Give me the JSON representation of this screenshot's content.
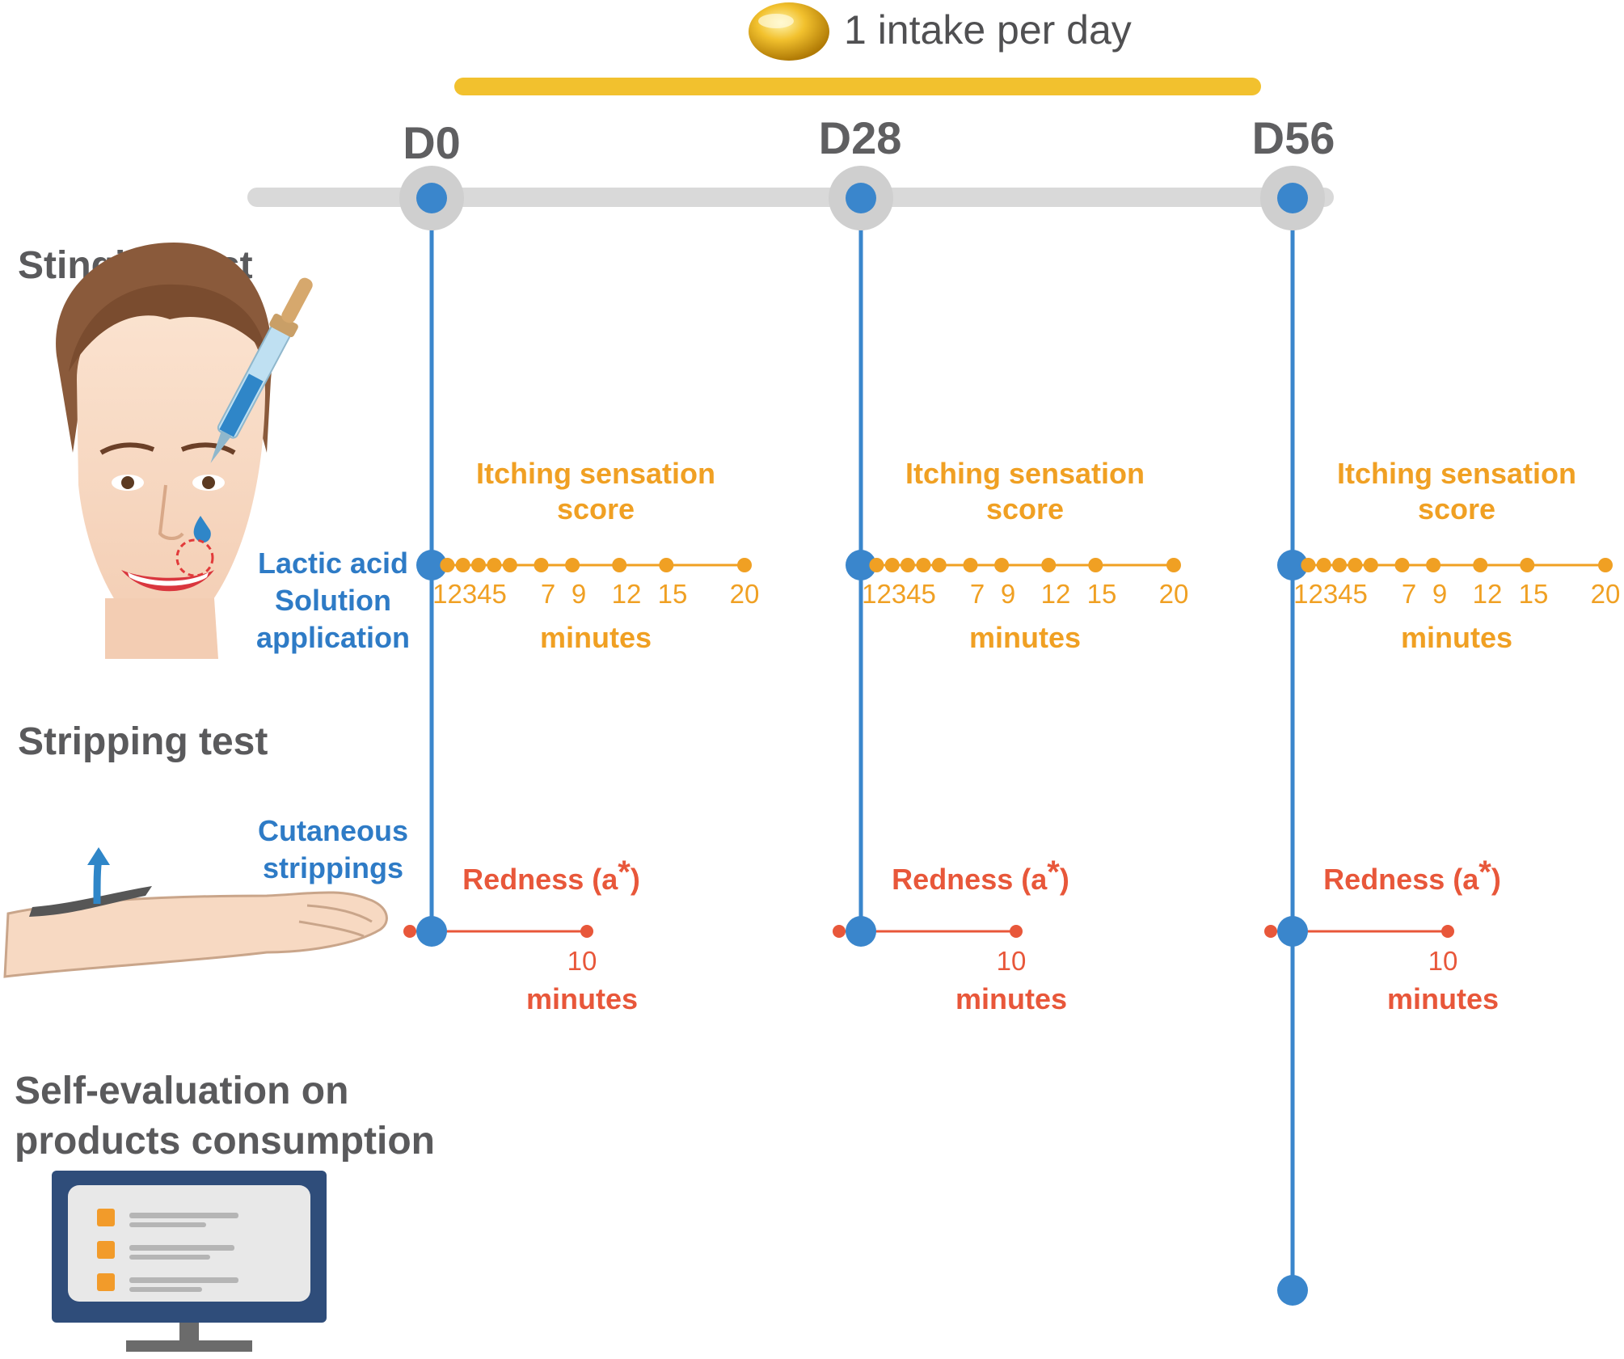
{
  "header": {
    "intake_label": "1 intake per day"
  },
  "timeline": {
    "days": [
      {
        "label": "D0"
      },
      {
        "label": "D28"
      },
      {
        "label": "D56"
      }
    ]
  },
  "sections": {
    "stinging_title": "Stinging test",
    "stripping_title": "Stripping test",
    "self_eval_title_line1": "Self-evaluation on",
    "self_eval_title_line2": "products consumption"
  },
  "stinging": {
    "application_line1": "Lactic acid",
    "application_line2": "Solution",
    "application_line3": "application",
    "score_line1": "Itching sensation",
    "score_line2": "score",
    "minutes_label": "minutes",
    "tick_group_label": "12345",
    "tick_labels": [
      "7",
      "9",
      "12",
      "15",
      "20"
    ],
    "timepoints_minutes": [
      1,
      2,
      3,
      4,
      5,
      7,
      9,
      12,
      15,
      20
    ]
  },
  "stripping": {
    "action_line1": "Cutaneous",
    "action_line2": "strippings",
    "measure_label": "Redness (a",
    "measure_asterisk": "*",
    "measure_close": ")",
    "tick_label": "10",
    "minutes_label": "minutes"
  },
  "colors": {
    "timeline_blue": "#3a86cc",
    "axis_grey": "#d9d9d9",
    "intake_gold": "#f2c12e",
    "itching_orange": "#f0a023",
    "redness_red": "#e8573a",
    "text_grey": "#5a5a5c"
  },
  "icons": {
    "capsule": "capsule-icon",
    "face": "face-dropper-icon",
    "arm": "arm-stripping-icon",
    "monitor": "monitor-questionnaire-icon"
  }
}
